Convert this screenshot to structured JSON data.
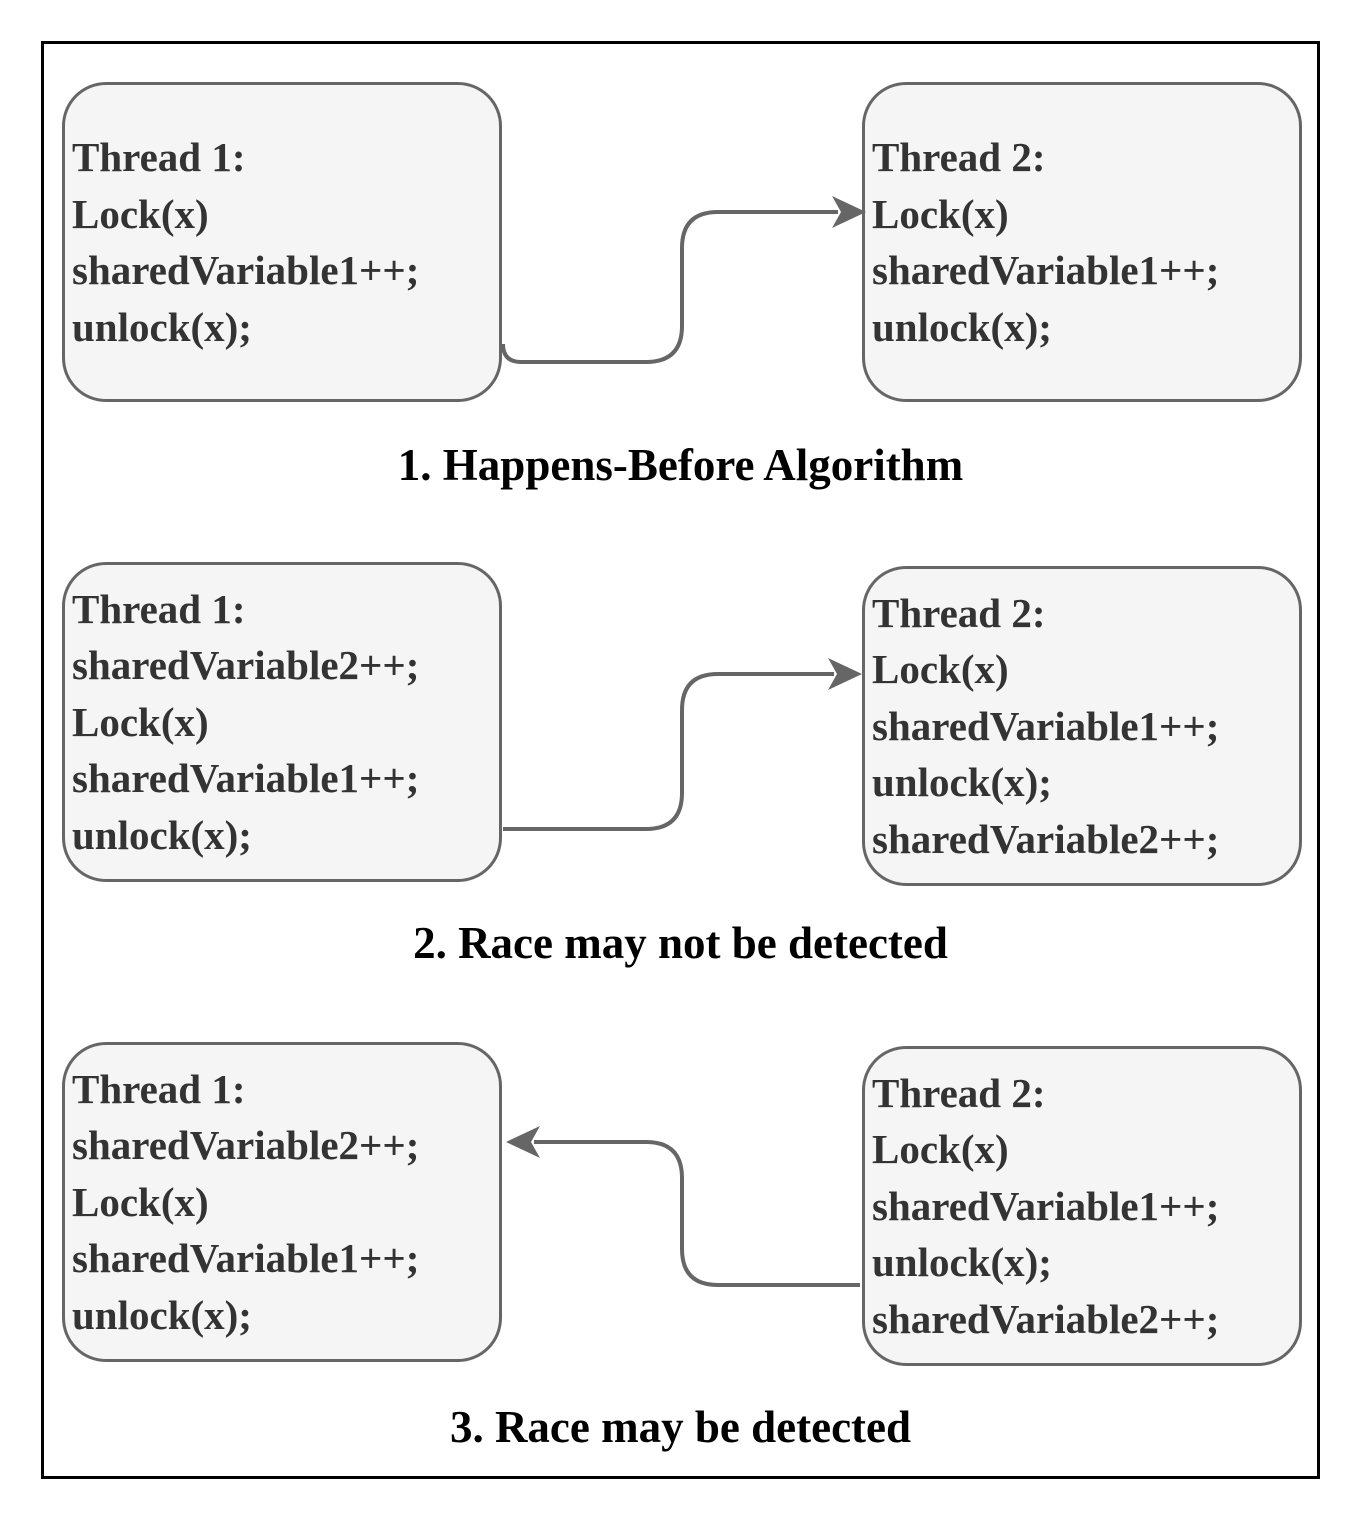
{
  "colors": {
    "box_fill": "#f5f5f5",
    "box_stroke": "#666666",
    "text": "#333333",
    "frame": "#000000"
  },
  "panels": [
    {
      "caption": "1. Happens-Before Algorithm",
      "arrow_direction": "thread1-to-thread2",
      "thread1": {
        "lines": [
          "Thread 1:",
          "Lock(x)",
          "sharedVariable1++;",
          "unlock(x);"
        ]
      },
      "thread2": {
        "lines": [
          "Thread 2:",
          "Lock(x)",
          "sharedVariable1++;",
          "unlock(x);"
        ]
      }
    },
    {
      "caption": "2. Race may not be detected",
      "arrow_direction": "thread1-to-thread2",
      "thread1": {
        "lines": [
          "Thread 1:",
          "sharedVariable2++;",
          "Lock(x)",
          "sharedVariable1++;",
          "unlock(x);"
        ]
      },
      "thread2": {
        "lines": [
          "Thread 2:",
          "Lock(x)",
          "sharedVariable1++;",
          "unlock(x);",
          "sharedVariable2++;"
        ]
      }
    },
    {
      "caption": "3. Race may be detected",
      "arrow_direction": "thread2-to-thread1",
      "thread1": {
        "lines": [
          "Thread 1:",
          "sharedVariable2++;",
          "Lock(x)",
          "sharedVariable1++;",
          "unlock(x);"
        ]
      },
      "thread2": {
        "lines": [
          "Thread 2:",
          "Lock(x)",
          "sharedVariable1++;",
          "unlock(x);",
          "sharedVariable2++;"
        ]
      }
    }
  ]
}
